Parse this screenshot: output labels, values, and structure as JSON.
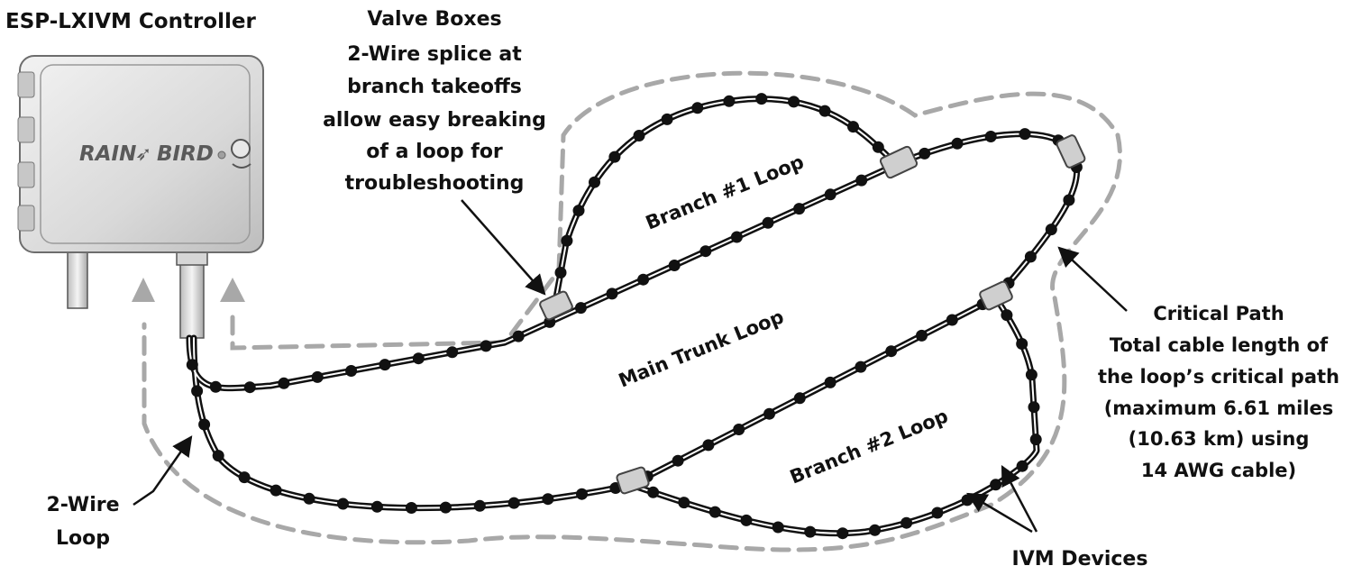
{
  "controller": {
    "title": "ESP-LXIVM Controller",
    "brand_left": "RAIN",
    "brand_right": "BIRD"
  },
  "callouts": {
    "valve_boxes": [
      "Valve Boxes",
      "2-Wire splice at",
      "branch takeoffs",
      "allow easy breaking",
      "of a loop for",
      "troubleshooting"
    ],
    "two_wire": [
      "2-Wire",
      "Loop"
    ],
    "critical_path": [
      "Critical Path",
      "Total cable length of",
      "the loop’s critical path",
      "(maximum 6.61 miles",
      "(10.63 km) using",
      "14 AWG cable)"
    ],
    "ivm_devices": "IVM Devices"
  },
  "loops": {
    "branch1": "Branch #1 Loop",
    "main": "Main Trunk Loop",
    "branch2": "Branch #2 Loop"
  },
  "colors": {
    "wire": "#111111",
    "dashed_path": "#a8a8a8",
    "arrow_fill": "#a8a8a8",
    "valve_box": "#cfcfcf",
    "controller_body": "#dcdcdc"
  }
}
